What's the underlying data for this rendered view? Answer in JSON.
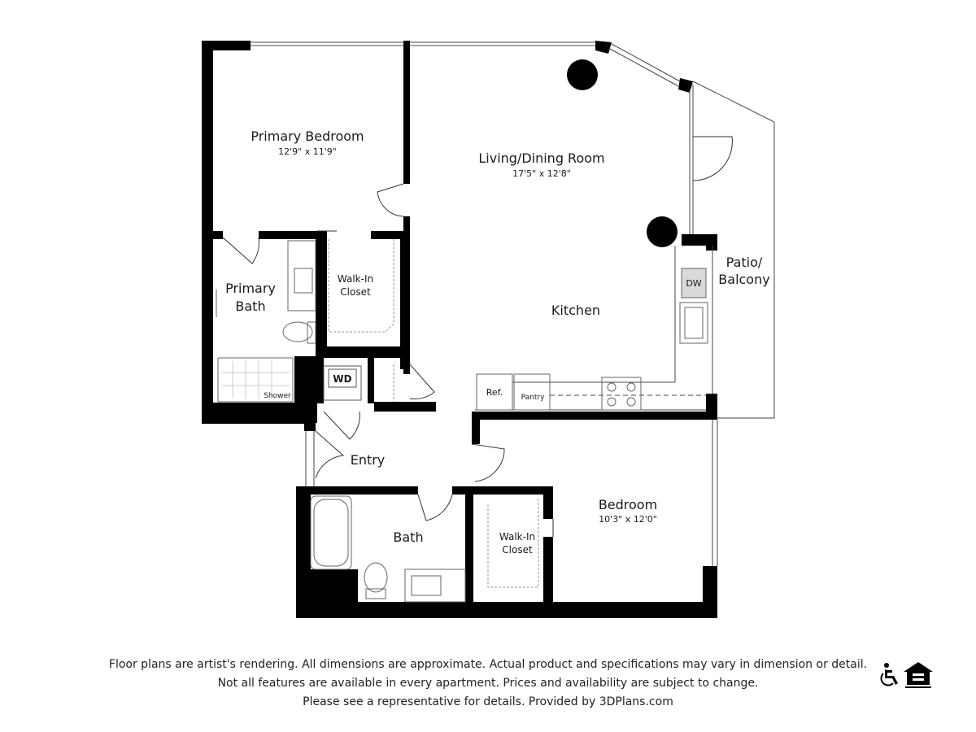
{
  "rooms": {
    "primary_bedroom": {
      "name": "Primary Bedroom",
      "dims": "12'9\" x 11'9\""
    },
    "living_dining": {
      "name": "Living/Dining Room",
      "dims": "17'5\" x 12'8\""
    },
    "kitchen": {
      "name": "Kitchen"
    },
    "patio_line1": "Patio/",
    "patio_line2": "Balcony",
    "primary_bath_line1": "Primary",
    "primary_bath_line2": "Bath",
    "walkin_closet_line1": "Walk-In",
    "walkin_closet_line2": "Closet",
    "entry": "Entry",
    "bath": "Bath",
    "bedroom": {
      "name": "Bedroom",
      "dims": "10'3\" x 12'0\""
    },
    "walkin_closet2_line1": "Walk-In",
    "walkin_closet2_line2": "Closet"
  },
  "fixtures": {
    "shower": "Shower",
    "washer_dryer": "WD",
    "dishwasher": "DW",
    "refrigerator": "Ref.",
    "pantry": "Pantry"
  },
  "disclaimer": {
    "line1": "Floor plans are artist's rendering. All dimensions are approximate. Actual product and specifications may vary in dimension or detail.",
    "line2": "Not all features are available in every apartment. Prices and availability are subject to change.",
    "line3": "Please see a representative for details. Provided by 3DPlans.com"
  },
  "icons": [
    "wheelchair-accessible-icon",
    "equal-housing-opportunity-icon"
  ],
  "colors": {
    "wall": "#000000",
    "fixture": "#888888",
    "dw_fill": "#d9d9d9"
  }
}
